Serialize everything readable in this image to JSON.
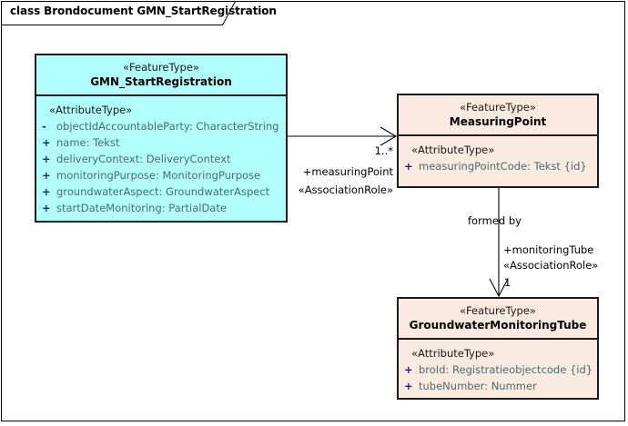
{
  "diagram": {
    "tab_title": "class Brondocument GMN_StartRegistration",
    "colors": {
      "class_fill_primary": "#b2ffff",
      "class_fill_secondary": "#faeadf",
      "border": "#1a1a1a",
      "attribute_text": "#4a6b72",
      "visibility_marker": "#1818b8",
      "connector": "#000000"
    }
  },
  "classes": {
    "gmn_startregistration": {
      "stereotype": "«FeatureType»",
      "name": "GMN_StartRegistration",
      "attribute_stereotype": "«AttributeType»",
      "attributes": [
        {
          "visibility": "-",
          "text": "objectIdAccountableParty: CharacterString"
        },
        {
          "visibility": "+",
          "text": "name: Tekst"
        },
        {
          "visibility": "+",
          "text": "deliveryContext: DeliveryContext"
        },
        {
          "visibility": "+",
          "text": "monitoringPurpose: MonitoringPurpose"
        },
        {
          "visibility": "+",
          "text": "groundwaterAspect: GroundwaterAspect"
        },
        {
          "visibility": "+",
          "text": "startDateMonitoring: PartialDate"
        }
      ]
    },
    "measuringpoint": {
      "stereotype": "«FeatureType»",
      "name": "MeasuringPoint",
      "attribute_stereotype": "«AttributeType»",
      "attributes": [
        {
          "visibility": "+",
          "text": "measuringPointCode: Tekst {id}"
        }
      ]
    },
    "groundwatermonitoringtube": {
      "stereotype": "«FeatureType»",
      "name": "GroundwaterMonitoringTube",
      "attribute_stereotype": "«AttributeType»",
      "attributes": [
        {
          "visibility": "+",
          "text": "broId: Registratieobjectcode {id}"
        },
        {
          "visibility": "+",
          "text": "tubeNumber: Nummer"
        }
      ]
    }
  },
  "associations": {
    "measuring_point": {
      "multiplicity": "1..*",
      "role": "+measuringPoint",
      "stereotype": "«AssociationRole»"
    },
    "monitoring_tube": {
      "name": "formed by",
      "role": "+monitoringTube",
      "stereotype": "«AssociationRole»",
      "multiplicity": "1"
    }
  }
}
